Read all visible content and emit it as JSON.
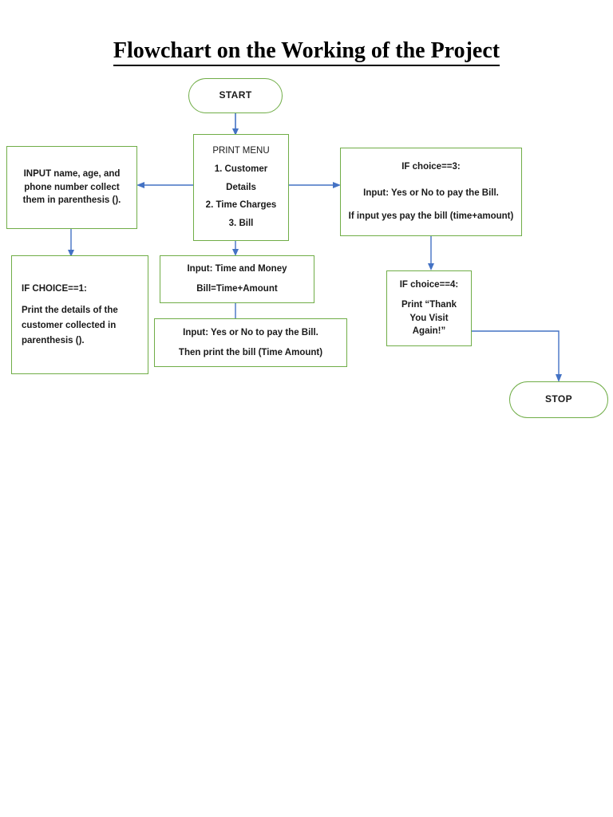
{
  "document": {
    "title": "Flowchart on the Working of the Project"
  },
  "colors": {
    "node_border": "#70AD47",
    "connector": "#4472C4",
    "text": "#1a1a1a",
    "background": "#ffffff"
  },
  "nodes": {
    "start": {
      "label": "START",
      "shape": "terminator"
    },
    "input_details": {
      "shape": "process",
      "lines": [
        "INPUT name, age, and",
        "phone number collect",
        "them in parenthesis ()."
      ]
    },
    "print_menu": {
      "shape": "process",
      "heading": "PRINT MENU",
      "lines": [
        "1. Customer",
        "Details",
        "2. Time Charges",
        "3. Bill"
      ]
    },
    "choice3": {
      "shape": "process",
      "lines": [
        "IF choice==3:",
        "Input: Yes or No to pay the Bill.",
        "If input yes pay the bill (time+amount)"
      ]
    },
    "choice1": {
      "shape": "process",
      "heading": "IF CHOICE==1:",
      "lines": [
        "Print the details of the",
        "customer collected in",
        "parenthesis ()."
      ]
    },
    "time_money": {
      "shape": "process",
      "lines": [
        "Input: Time and Money",
        "Bill=Time+Amount"
      ]
    },
    "pay_bill": {
      "shape": "process",
      "lines": [
        "Input: Yes or No to pay the Bill.",
        "Then print the bill (Time Amount)"
      ]
    },
    "choice4": {
      "shape": "process",
      "heading": "IF choice==4:",
      "lines": [
        "Print “Thank",
        "You Visit",
        "Again!”"
      ]
    },
    "stop": {
      "label": "STOP",
      "shape": "terminator"
    }
  },
  "connectors": [
    {
      "name": "start-to-print-menu",
      "from": "start",
      "to": "print_menu",
      "direction": "down",
      "arrow": true
    },
    {
      "name": "print-menu-to-input-details",
      "from": "print_menu",
      "to": "input_details",
      "direction": "left",
      "arrow": true
    },
    {
      "name": "print-menu-to-choice3",
      "from": "print_menu",
      "to": "choice3",
      "direction": "right",
      "arrow": true
    },
    {
      "name": "input-details-to-choice1",
      "from": "input_details",
      "to": "choice1",
      "direction": "down",
      "arrow": true
    },
    {
      "name": "print-menu-to-time-money",
      "from": "print_menu",
      "to": "time_money",
      "direction": "down",
      "arrow": true
    },
    {
      "name": "time-money-to-pay-bill",
      "from": "time_money",
      "to": "pay_bill",
      "direction": "down",
      "arrow": false
    },
    {
      "name": "choice3-to-choice4",
      "from": "choice3",
      "to": "choice4",
      "direction": "down",
      "arrow": true
    },
    {
      "name": "choice4-to-stop",
      "from": "choice4",
      "to": "stop",
      "direction": "elbow-right-down",
      "arrow": true
    }
  ]
}
